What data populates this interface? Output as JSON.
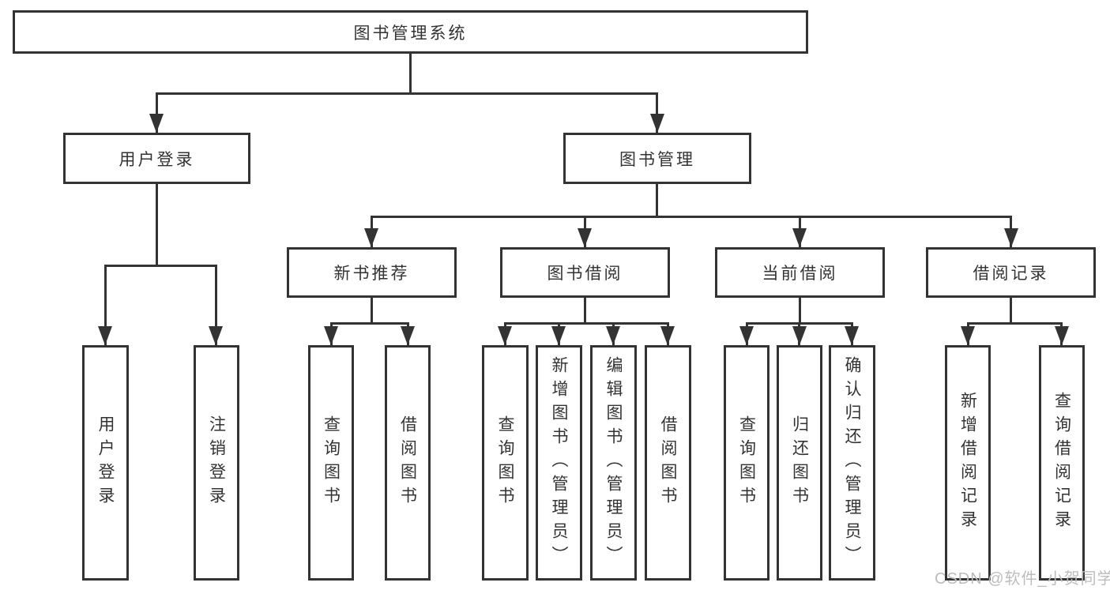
{
  "diagram": {
    "type": "hierarchy-tree",
    "title": "图书管理系统",
    "colors": {
      "line": "#333333",
      "box_border": "#333333",
      "background": "#ffffff",
      "watermark": "#bcbcbc"
    },
    "nodes": {
      "root": {
        "label": "图书管理系统",
        "children": [
          "user_login",
          "book_mgmt"
        ]
      },
      "user_login": {
        "label": "用户登录",
        "children": [
          "leaf_user_login",
          "leaf_logout"
        ]
      },
      "book_mgmt": {
        "label": "图书管理",
        "children": [
          "new_book_rec",
          "book_borrow",
          "current_borrow",
          "borrow_records"
        ]
      },
      "new_book_rec": {
        "label": "新书推荐",
        "children": [
          "leaf_rec_query_book",
          "leaf_rec_borrow_book"
        ]
      },
      "book_borrow": {
        "label": "图书借阅",
        "children": [
          "leaf_bb_query",
          "leaf_bb_add",
          "leaf_bb_edit",
          "leaf_bb_borrow"
        ]
      },
      "current_borrow": {
        "label": "当前借阅",
        "children": [
          "leaf_cb_query",
          "leaf_cb_return",
          "leaf_cb_confirm"
        ]
      },
      "borrow_records": {
        "label": "借阅记录",
        "children": [
          "leaf_br_add",
          "leaf_br_query"
        ]
      },
      "leaf_user_login": {
        "label": "用户登录"
      },
      "leaf_logout": {
        "label": "注销登录"
      },
      "leaf_rec_query_book": {
        "label": "查询图书"
      },
      "leaf_rec_borrow_book": {
        "label": "借阅图书"
      },
      "leaf_bb_query": {
        "label": "查询图书"
      },
      "leaf_bb_add": {
        "label": "新增图书（管理员）"
      },
      "leaf_bb_edit": {
        "label": "编辑图书（管理员）"
      },
      "leaf_bb_borrow": {
        "label": "借阅图书"
      },
      "leaf_cb_query": {
        "label": "查询图书"
      },
      "leaf_cb_return": {
        "label": "归还图书"
      },
      "leaf_cb_confirm": {
        "label": "确认归还（管理员）"
      },
      "leaf_br_add": {
        "label": "新增借阅记录"
      },
      "leaf_br_query": {
        "label": "查询借阅记录"
      }
    },
    "watermark": "CSDN @软件_小贺同学"
  }
}
